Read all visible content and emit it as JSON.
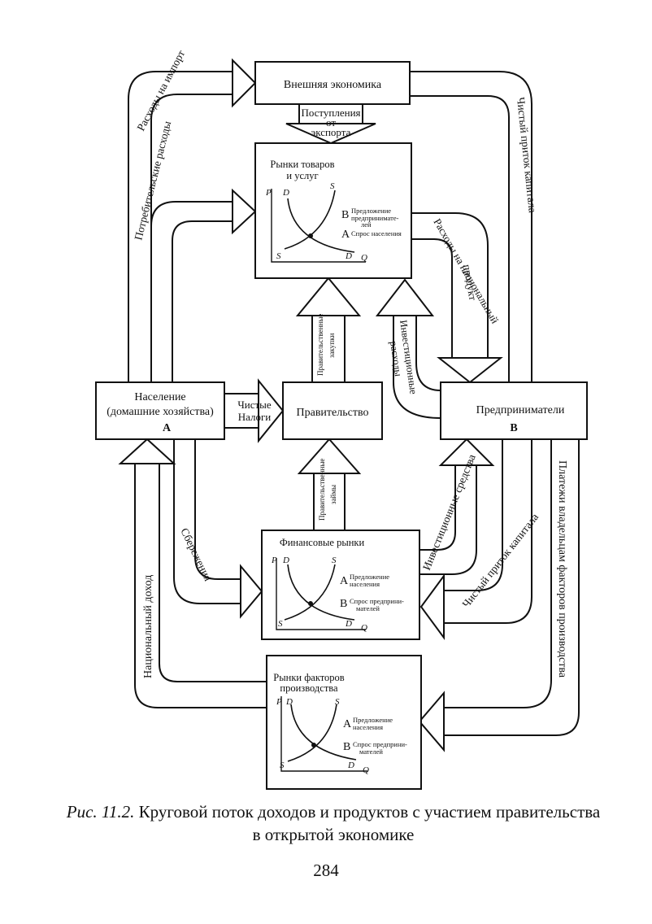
{
  "nodes": {
    "external": "Внешняя экономика",
    "goods_market_l1": "Рынки товаров",
    "goods_market_l2": "и услуг",
    "households_l1": "Население",
    "households_l2": "(домашние хозяйства)",
    "households_tag": "А",
    "government": "Правительство",
    "business": "Предприниматели",
    "business_tag": "В",
    "financial": "Финансовые рынки",
    "factor_l1": "Рынки факторов",
    "factor_l2": "производства"
  },
  "graph": {
    "p": "P",
    "q": "Q",
    "d": "D",
    "s": "S",
    "a": "А",
    "b": "В"
  },
  "graph_labels": {
    "supply_entrepreneurs_l1": "Предложение",
    "supply_entrepreneurs_l2": "предпринимате-",
    "supply_entrepreneurs_l3": "лей",
    "demand_households": "Спрос населения",
    "supply_households_l1": "Предложение",
    "supply_households_l2": "населения",
    "demand_entrepreneurs_l1": "Спрос предприни-",
    "demand_entrepreneurs_l2": "мателей"
  },
  "flows": {
    "import_spending": "Расходы на импорт",
    "consumer_spending": "Потребительские расходы",
    "export_revenue_l1": "Поступления",
    "export_revenue_l2": "от",
    "export_revenue_l3": "экспорта",
    "net_capital_inflow_top": "Чистый приток капитала",
    "national_product_spending_l1": "Расходы на национальный",
    "national_product_spending_l2": "продукт",
    "gov_purchases_l1": "Правительственные",
    "gov_purchases_l2": "закупки",
    "investment_spending_l1": "Инвестиционные",
    "investment_spending_l2": "расходы",
    "net_taxes_l1": "Чистые",
    "net_taxes_l2": "Налоги",
    "gov_borrowing_l1": "Правительственные",
    "gov_borrowing_l2": "займы",
    "investment_funds": "Инвестиционные средства",
    "savings": "Сбережения",
    "net_capital_inflow_bottom": "Чистый приток капитала",
    "national_income": "Национальный доход",
    "factor_payments": "Платежи владельцам факторов производства"
  },
  "caption": {
    "prefix": "Рис. 11.2.",
    "line1": "Круговой поток доходов и продуктов с участием правительства",
    "line2": "в открытой экономике"
  },
  "page_number": "284"
}
